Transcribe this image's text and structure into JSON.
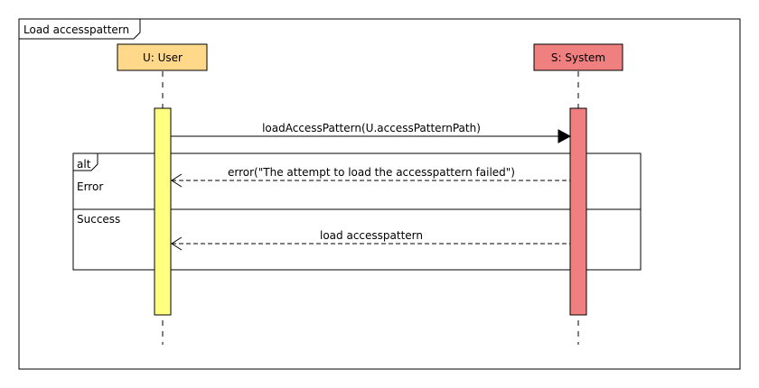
{
  "frame": {
    "title": "Load accesspattern"
  },
  "lifelines": {
    "user": {
      "label": "U: User",
      "head_color": "#FFD88A",
      "activation_color": "#FFFF80"
    },
    "system": {
      "label": "S: System",
      "head_color": "#F08080",
      "activation_color": "#F08080"
    }
  },
  "messages": {
    "call": {
      "label": "loadAccessPattern(U.accessPatternPath)",
      "kind": "synchronous"
    },
    "error_reply": {
      "label": "error(\"The attempt to load the accesspattern failed\")",
      "kind": "reply"
    },
    "success_reply": {
      "label": "load accesspattern",
      "kind": "reply"
    }
  },
  "fragment": {
    "operator": "alt",
    "operands": [
      {
        "guard": "Error"
      },
      {
        "guard": "Success"
      }
    ]
  }
}
